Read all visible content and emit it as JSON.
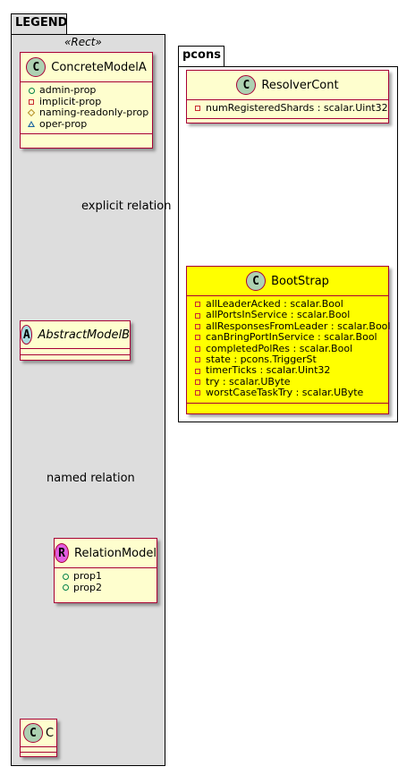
{
  "legend": {
    "package_name": "LEGEND",
    "stereotype": "«Rect»",
    "concrete_model": {
      "badge": "C",
      "name": "ConcreteModelA",
      "attributes": [
        {
          "visibility": "public",
          "text": "admin-prop"
        },
        {
          "visibility": "private",
          "text": "implicit-prop"
        },
        {
          "visibility": "protected",
          "text": "naming-readonly-prop"
        },
        {
          "visibility": "package",
          "text": "oper-prop"
        }
      ]
    },
    "abstract_model": {
      "badge": "A",
      "name": "AbstractModelB"
    },
    "relation_model": {
      "badge": "R",
      "name": "RelationModel",
      "attributes": [
        {
          "visibility": "public",
          "text": "prop1"
        },
        {
          "visibility": "public",
          "text": "prop2"
        }
      ]
    },
    "class_c": {
      "badge": "C",
      "name": "C"
    },
    "explicit_relation_label": "explicit relation",
    "named_relation_label": "named relation"
  },
  "pcons": {
    "package_name": "pcons",
    "resolver": {
      "badge": "C",
      "name": "ResolverCont",
      "attributes": [
        {
          "visibility": "private",
          "text": "numRegisteredShards : scalar.Uint32"
        }
      ]
    },
    "bootstrap": {
      "badge": "C",
      "name": "BootStrap",
      "attributes": [
        {
          "visibility": "private",
          "text": "allLeaderAcked : scalar.Bool"
        },
        {
          "visibility": "private",
          "text": "allPortsInService : scalar.Bool"
        },
        {
          "visibility": "private",
          "text": "allResponsesFromLeader : scalar.Bool"
        },
        {
          "visibility": "private",
          "text": "canBringPortInService : scalar.Bool"
        },
        {
          "visibility": "private",
          "text": "completedPolRes : scalar.Bool"
        },
        {
          "visibility": "private",
          "text": "state : pcons.TriggerSt"
        },
        {
          "visibility": "private",
          "text": "timerTicks : scalar.Uint32"
        },
        {
          "visibility": "private",
          "text": "try : scalar.UByte"
        },
        {
          "visibility": "private",
          "text": "worstCaseTaskTry : scalar.UByte"
        }
      ]
    }
  },
  "colors": {
    "legend_bg": "#dddddd",
    "class_fill": "#fefece",
    "highlight_fill": "#ffff00",
    "border": "#a80036",
    "badge_class": "#add1b2",
    "badge_abstract": "#a9dcdf",
    "badge_relation": "#e15ee1"
  }
}
